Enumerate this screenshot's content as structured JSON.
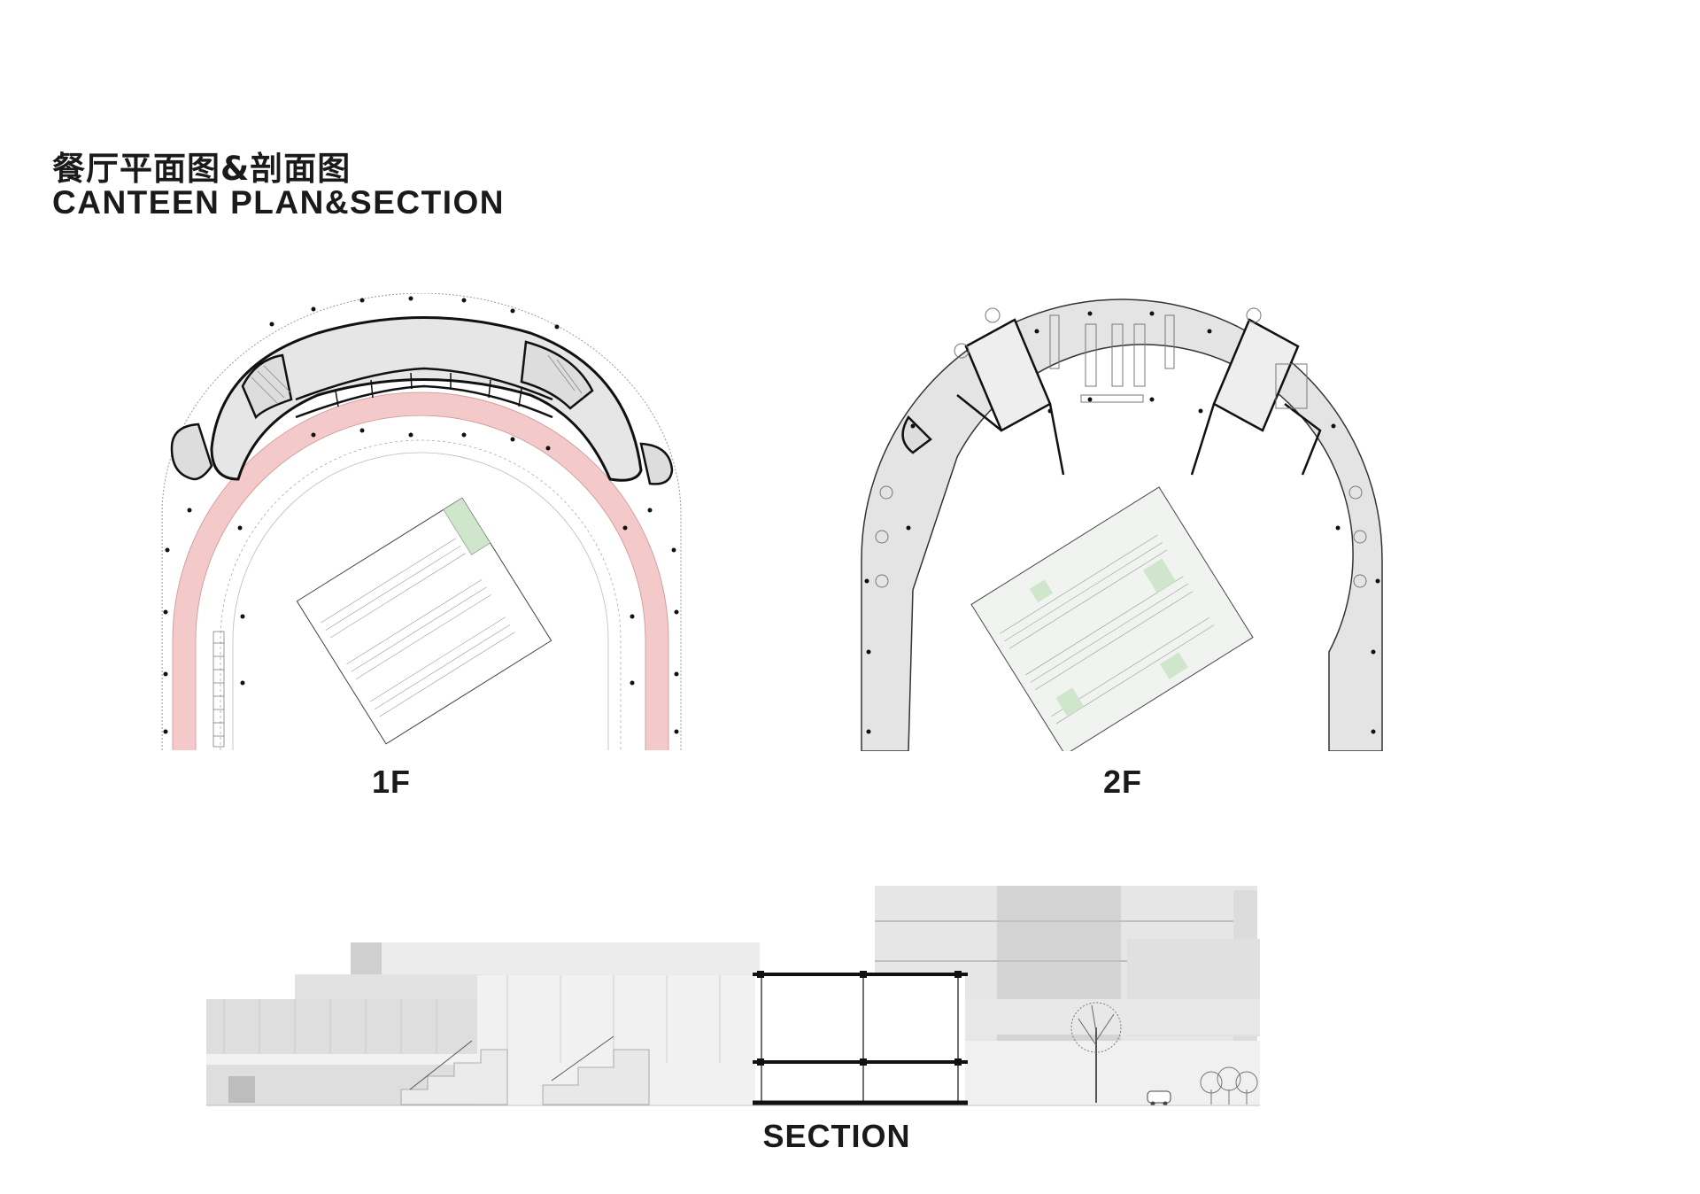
{
  "header": {
    "title_cn": "餐厅平面图&剖面图",
    "title_en": "CANTEEN PLAN&SECTION"
  },
  "drawings": {
    "plan_1f_label": "1F",
    "plan_2f_label": "2F",
    "section_label": "SECTION"
  },
  "colors": {
    "track_pink": "#f4c9c9",
    "floor_grey": "#e4e4e4",
    "greenery": "#cfe5cc",
    "wall": "#111111"
  }
}
